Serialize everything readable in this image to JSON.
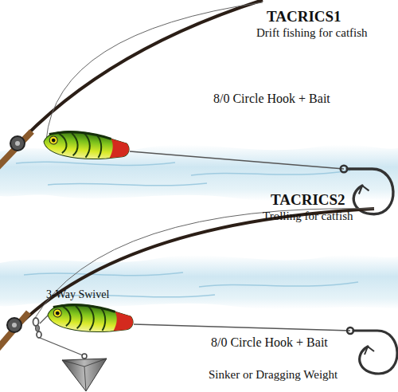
{
  "diagram": {
    "labels": [
      "TACRICS1",
      "Drift fishing for catfish",
      "8/0 Circle Hook + Bait",
      "TACRICS2",
      "Trolling for catfish",
      "3-Way Swivel",
      "8/0 Circle Hook + Bait",
      "Sinker or Dragging Weight"
    ]
  }
}
